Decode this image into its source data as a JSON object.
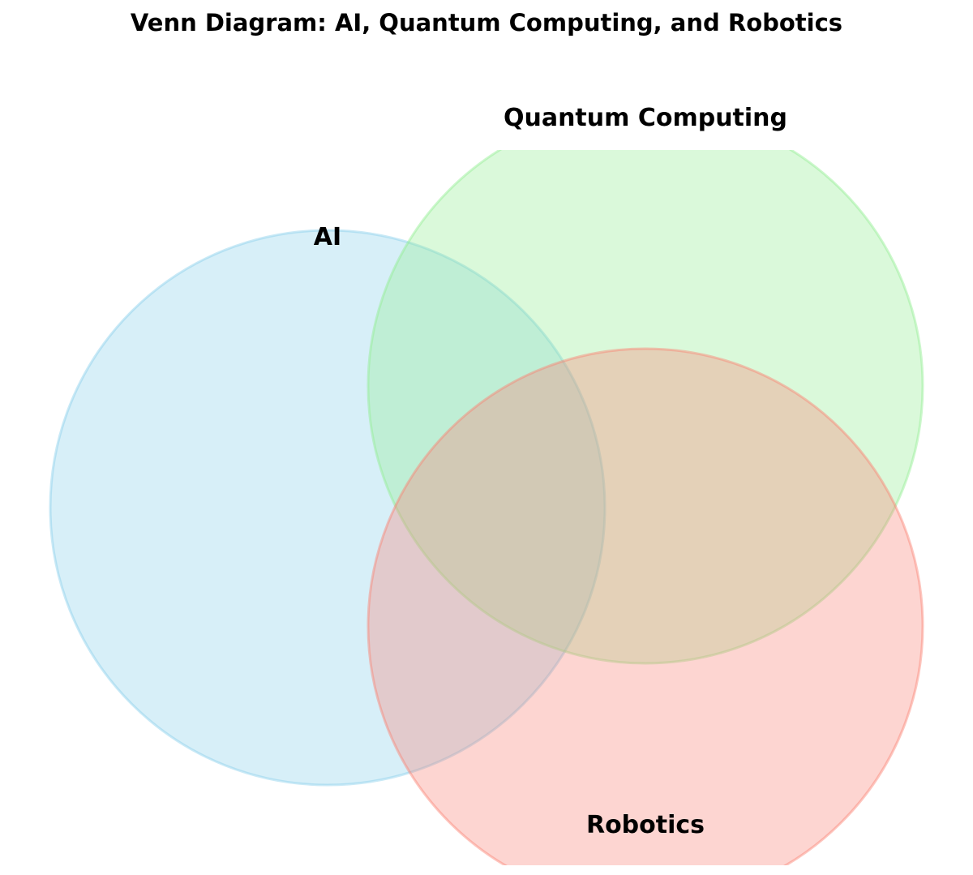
{
  "title": "Venn Diagram: AI, Quantum Computing, and Robotics",
  "sets": [
    {
      "label": "AI",
      "fill": "#87CEEB",
      "stroke": "#87CEEB"
    },
    {
      "label": "Quantum Computing",
      "fill": "#90EE90",
      "stroke": "#90EE90"
    },
    {
      "label": "Robotics",
      "fill": "#FA8072",
      "stroke": "#FA8072"
    }
  ]
}
